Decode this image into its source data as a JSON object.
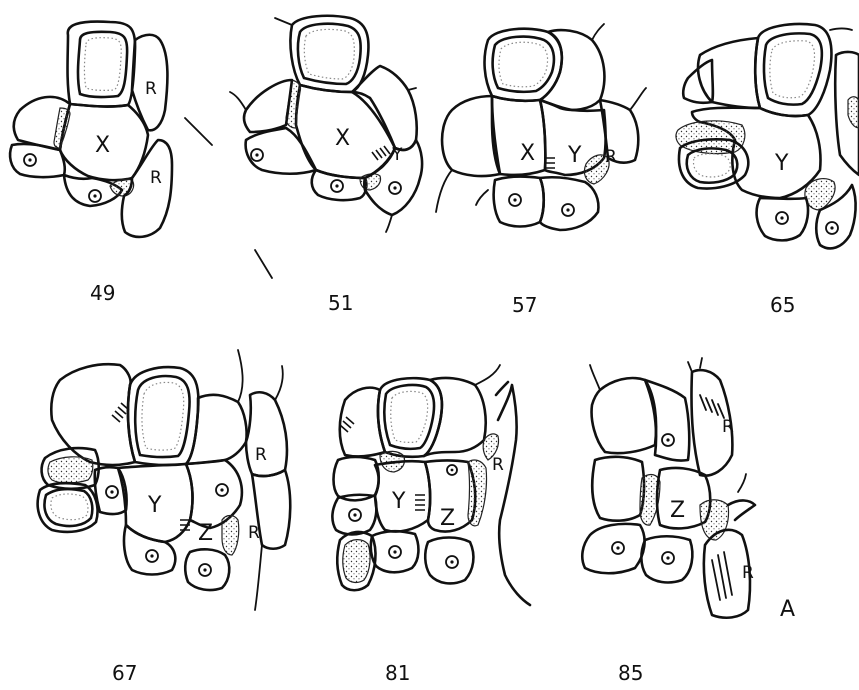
{
  "figure": {
    "panels": [
      {
        "number": "49",
        "labels": [
          "X",
          "R",
          "R"
        ]
      },
      {
        "number": "51",
        "labels": [
          "X",
          "Y"
        ]
      },
      {
        "number": "57",
        "labels": [
          "X",
          "Y",
          "R"
        ]
      },
      {
        "number": "65",
        "labels": [
          "Y"
        ]
      },
      {
        "number": "67",
        "labels": [
          "Y",
          "Z",
          "R",
          "R"
        ]
      },
      {
        "number": "81",
        "labels": [
          "Y",
          "Z",
          "R"
        ]
      },
      {
        "number": "85",
        "labels": [
          "Z",
          "R",
          "R"
        ]
      }
    ],
    "corner_label": "A"
  }
}
